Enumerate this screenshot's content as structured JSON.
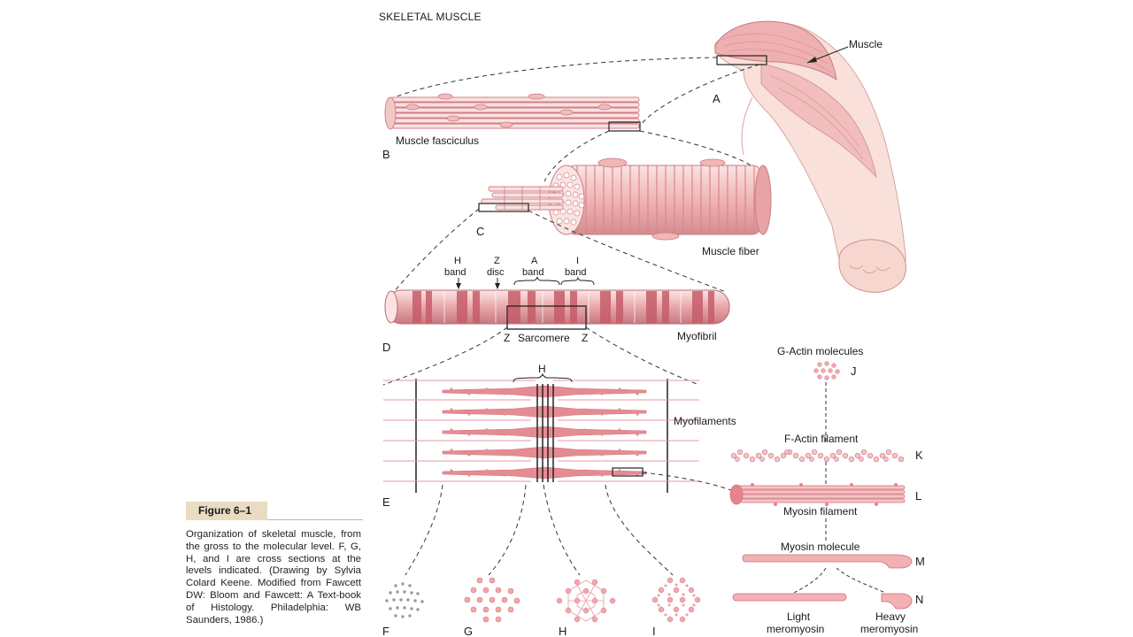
{
  "title": "SKELETAL MUSCLE",
  "labels": {
    "muscle": "Muscle",
    "muscle_fasciculus": "Muscle fasciculus",
    "muscle_fiber": "Muscle fiber",
    "h_band": [
      "H",
      "band"
    ],
    "z_disc": [
      "Z",
      "disc"
    ],
    "a_band": [
      "A",
      "band"
    ],
    "i_band": [
      "I",
      "band"
    ],
    "z_left": "Z",
    "sarcomere": "Sarcomere",
    "z_right": "Z",
    "myofibril": "Myofibril",
    "h_top": "H",
    "myofilaments": "Myofilaments",
    "g_actin": "G-Actin molecules",
    "f_actin": "F-Actin filament",
    "myosin_filament": "Myosin filament",
    "myosin_molecule": "Myosin molecule",
    "light_meromyosin": [
      "Light",
      "meromyosin"
    ],
    "heavy_meromyosin": [
      "Heavy",
      "meromyosin"
    ]
  },
  "letters": [
    "A",
    "B",
    "C",
    "D",
    "E",
    "F",
    "G",
    "H",
    "I",
    "J",
    "K",
    "L",
    "M",
    "N"
  ],
  "caption": {
    "heading": "Figure 6–1",
    "body": "Organization of skeletal muscle, from the gross to the molecular level. F, G, H, and I are cross sections at the levels indicated. (Drawing by Sylvia Colard Keene. Modified from Fawcett DW: Bloom and Fawcett: A Text-book of Histology. Philadelphia: WB Saunders, 1986.)"
  },
  "colors": {
    "muscle_pink": "#eeb0b0",
    "muscle_dark": "#c05a62",
    "skin": "#f7d6cf",
    "caption_bg": "#e9dcc2"
  }
}
